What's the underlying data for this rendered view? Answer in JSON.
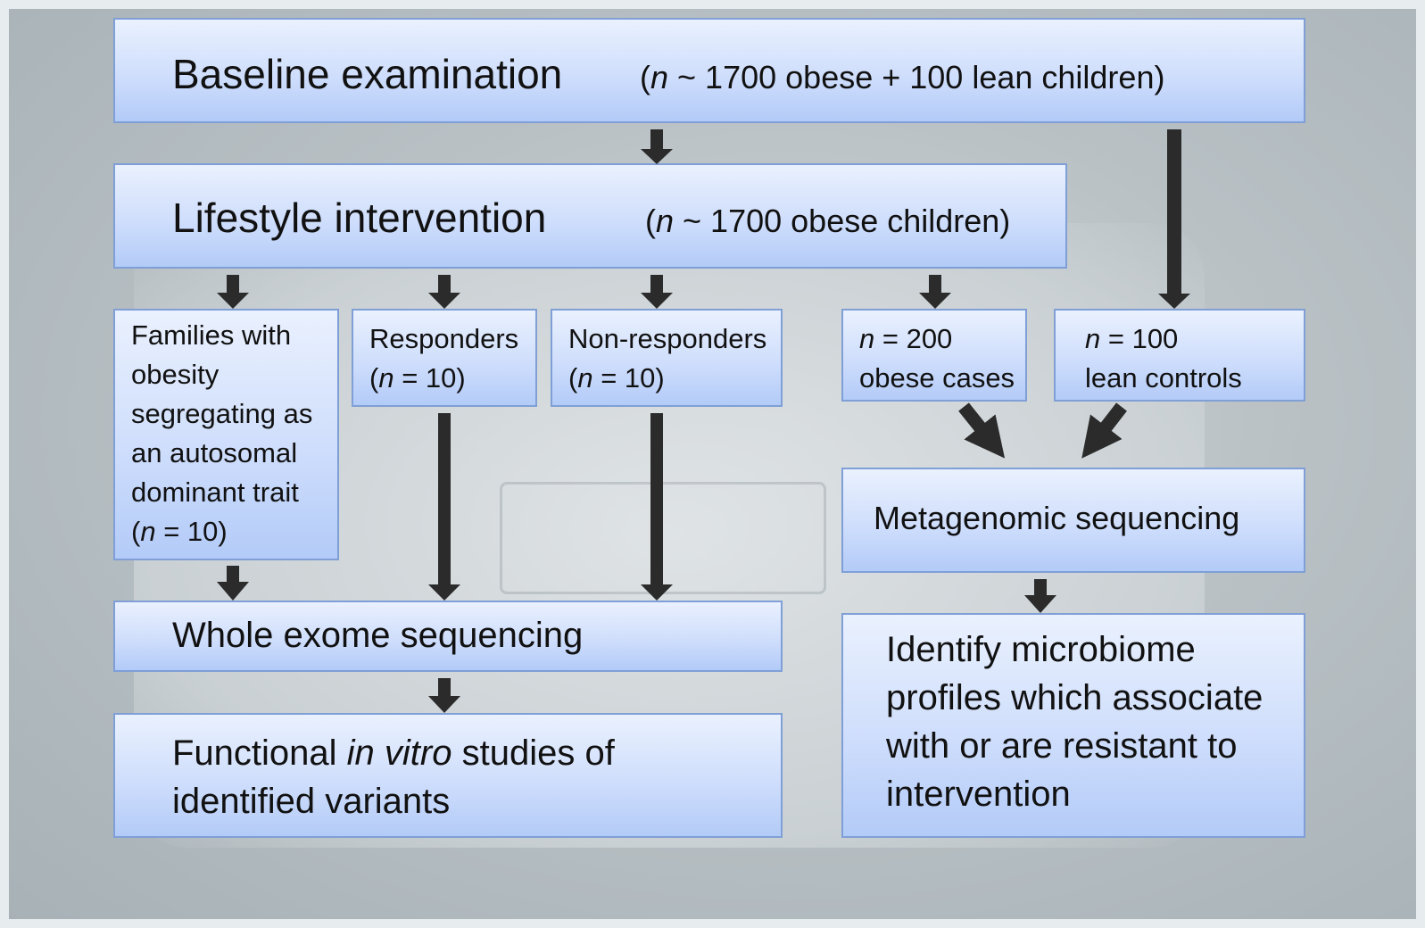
{
  "baseline": {
    "title": "Baseline examination",
    "n": "n",
    "detail": " ~ 1700 obese + 100 lean children)",
    "open": "("
  },
  "lifestyle": {
    "title": "Lifestyle intervention",
    "open": "(",
    "n": "n",
    "detail": " ~ 1700 obese children)"
  },
  "families": {
    "text": "Families with\nobesity\nsegregating as\nan autosomal\ndominant trait",
    "open": "(",
    "n": "n",
    "detail": " = 10)"
  },
  "responders": {
    "label": "Responders",
    "open": "(",
    "n": "n",
    "detail": " = 10)"
  },
  "nonresponders": {
    "label": "Non-responders",
    "open": "(",
    "n": "n",
    "detail": " = 10)"
  },
  "obese_cases": {
    "n": "n",
    "detail": " = 200",
    "label": "obese cases"
  },
  "lean_controls": {
    "n": "n",
    "detail": " = 100",
    "label": "lean controls"
  },
  "metagenomic": {
    "label": "Metagenomic sequencing"
  },
  "exome": {
    "label": "Whole exome sequencing"
  },
  "functional": {
    "pre": "Functional ",
    "italic": "in vitro",
    "post": " studies of",
    "line2": "identified variants"
  },
  "microbiome": {
    "label": "Identify microbiome\nprofiles which associate\nwith or are resistant to\nintervention"
  },
  "colors": {
    "box_top": "#eaf1fe",
    "box_bottom": "#b3cbf8",
    "box_border": "#7f9fd6",
    "arrow": "#2b2b2b"
  }
}
